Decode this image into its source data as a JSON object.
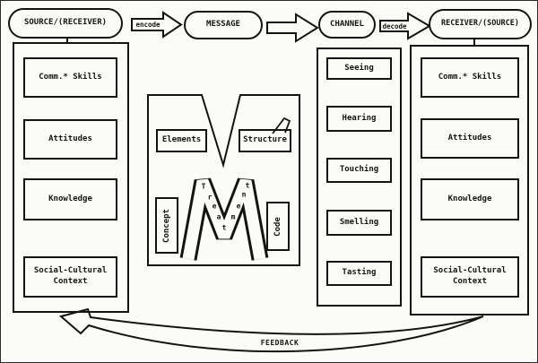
{
  "colors": {
    "ink": "#141414",
    "paper": "#fbfbf8"
  },
  "nodes": {
    "source": "SOURCE/(RECEIVER)",
    "encode": "encode",
    "message": "MESSAGE",
    "channel": "CHANNEL",
    "decode": "decode",
    "receiver": "RECEIVER/(SOURCE)"
  },
  "source_factors": [
    "Comm.* Skills",
    "Attitudes",
    "Knowledge",
    "Social-Cultural Context"
  ],
  "message_parts": {
    "elements": "Elements",
    "structure": "Structure",
    "concept": "Concept",
    "code": "Code",
    "treatment_letters": [
      "T",
      "r",
      "e",
      "a",
      "t",
      "m",
      "e",
      "n",
      "t"
    ]
  },
  "channel_senses": [
    "Seeing",
    "Hearing",
    "Touching",
    "Smelling",
    "Tasting"
  ],
  "receiver_factors": [
    "Comm.* Skills",
    "Attitudes",
    "Knowledge",
    "Social-Cultural Context"
  ],
  "feedback": {
    "label": "FEEDBACK"
  }
}
